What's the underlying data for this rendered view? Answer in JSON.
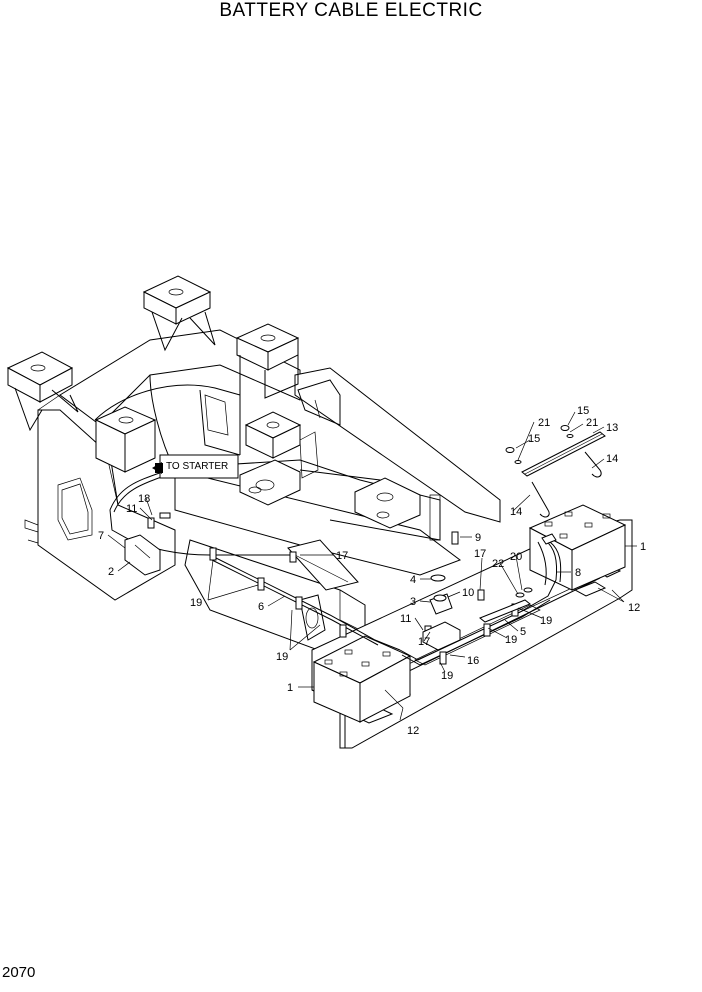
{
  "title": "BATTERY CABLE ELECTRIC",
  "page_number": "2070",
  "to_starter_label": "TO STARTER",
  "callouts": [
    "1",
    "1",
    "2",
    "3",
    "4",
    "5",
    "6",
    "7",
    "8",
    "9",
    "10",
    "11",
    "11",
    "12",
    "12",
    "13",
    "14",
    "14",
    "15",
    "15",
    "16",
    "17",
    "17",
    "17",
    "18",
    "19",
    "19",
    "19",
    "19",
    "19",
    "20",
    "21",
    "21",
    "22"
  ]
}
